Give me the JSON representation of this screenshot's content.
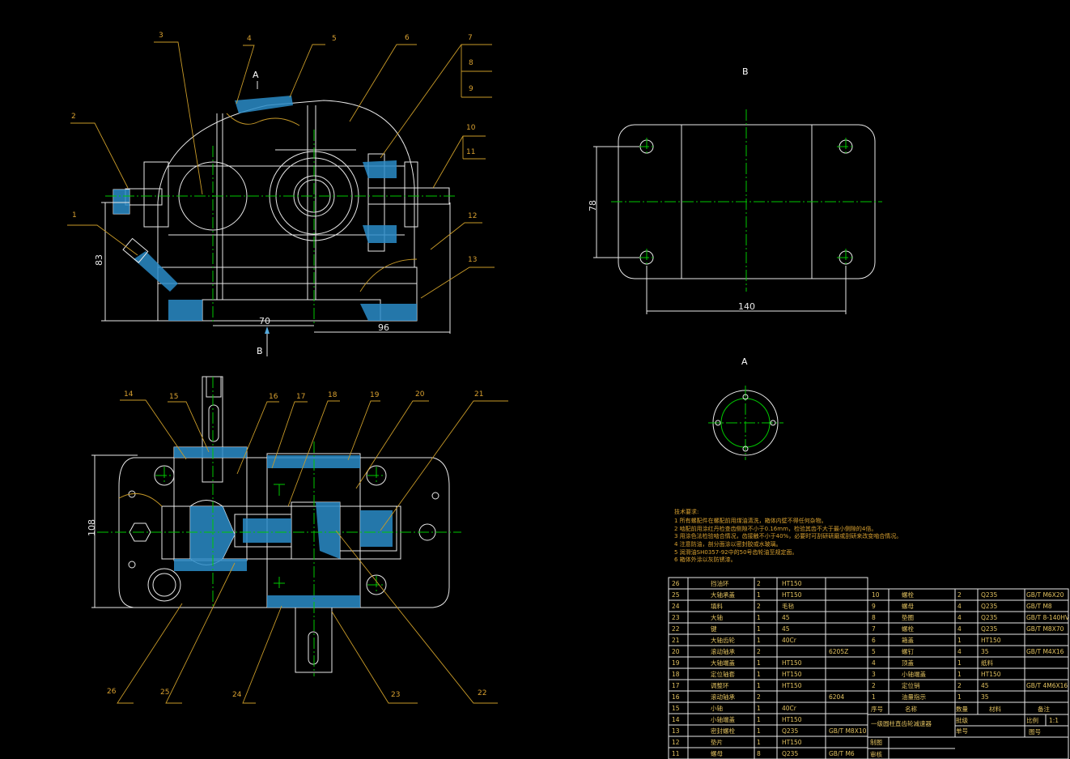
{
  "labels_top": [
    "1",
    "2",
    "3",
    "4",
    "5",
    "6",
    "7",
    "8",
    "9",
    "10",
    "11",
    "12",
    "13"
  ],
  "labels_bottom": [
    "14",
    "15",
    "16",
    "17",
    "18",
    "19",
    "20",
    "21",
    "22",
    "23",
    "24",
    "25",
    "26"
  ],
  "views": {
    "a": "A",
    "b": "B"
  },
  "dimensions": {
    "d83": "83",
    "d70": "70",
    "d96": "96",
    "d78": "78",
    "d140": "140",
    "d108": "108"
  },
  "notes": [
    "技术要求:",
    "1 所有螺配件在螺配前用煤油清洗，箱体内壁不得任何杂物。",
    "2 啮配前用涂红丹检查齿侧隙不小于0.16mm，检验其齿不大于最小侧隙的4倍。",
    "3 用涂色法检验啮合情况，齿接触不小于40%，必要时可刮研研磨或刮研来改变啮合情况。",
    "4 注意防油，剖分面涂以密封胶或水玻璃。",
    "5 润滑油SH0357-92中的50号齿轮油至规定面。",
    "6 箱体外涂以灰防锈漆。"
  ],
  "bom_left": [
    [
      "26",
      "挡油环",
      "2",
      "HT150",
      "",
      ""
    ],
    [
      "25",
      "大轴承盖",
      "1",
      "HT150",
      "",
      ""
    ],
    [
      "24",
      "填料",
      "2",
      "毛毡",
      "",
      ""
    ],
    [
      "23",
      "大轴",
      "1",
      "45",
      "",
      ""
    ],
    [
      "22",
      "键",
      "1",
      "45",
      "",
      ""
    ],
    [
      "21",
      "大轴齿轮",
      "1",
      "40Cr",
      "",
      ""
    ],
    [
      "20",
      "滚动轴承",
      "2",
      "",
      "6205Z",
      ""
    ],
    [
      "19",
      "大轴端盖",
      "1",
      "HT150",
      "",
      ""
    ],
    [
      "18",
      "定位轴套",
      "1",
      "HT150",
      "",
      ""
    ],
    [
      "17",
      "调整环",
      "1",
      "HT150",
      "",
      ""
    ],
    [
      "16",
      "滚动轴承",
      "2",
      "",
      "6204",
      ""
    ],
    [
      "15",
      "小轴",
      "1",
      "40Cr",
      "",
      ""
    ],
    [
      "14",
      "小轴端盖",
      "1",
      "HT150",
      "",
      ""
    ],
    [
      "13",
      "密封螺栓",
      "1",
      "Q235",
      "GB/T M8X10",
      ""
    ],
    [
      "12",
      "垫片",
      "1",
      "HT150",
      "",
      ""
    ],
    [
      "11",
      "螺母",
      "8",
      "Q235",
      "GB/T M6",
      ""
    ]
  ],
  "bom_right": [
    [
      "10",
      "螺栓",
      "2",
      "Q235",
      "GB/T M6X20"
    ],
    [
      "9",
      "螺母",
      "4",
      "Q235",
      "GB/T M8"
    ],
    [
      "8",
      "垫圈",
      "4",
      "Q235",
      "GB/T 8-140HV"
    ],
    [
      "7",
      "螺栓",
      "4",
      "Q235",
      "GB/T M8X70"
    ],
    [
      "6",
      "箱盖",
      "1",
      "HT150",
      ""
    ],
    [
      "5",
      "螺钉",
      "4",
      "35",
      "GB/T M4X16"
    ],
    [
      "4",
      "顶盖",
      "1",
      "纸料",
      ""
    ],
    [
      "3",
      "小轴端盖",
      "1",
      "HT150",
      ""
    ],
    [
      "2",
      "定位销",
      "2",
      "45",
      "GB/T 4M6X16"
    ],
    [
      "1",
      "油量指示",
      "1",
      "35",
      ""
    ]
  ],
  "title_block": {
    "col_no": "序号",
    "col_name": "名称",
    "col_qty": "数量",
    "col_mat": "材料",
    "col_note": "备注",
    "drawing_title": "一级圆柱直齿轮减速器",
    "approve": "批级",
    "scale_lbl": "比例",
    "scale": "1:1",
    "unit_lbl": "单号",
    "sheet": "图号",
    "draw_lbl": "制图",
    "check_lbl": "审核"
  }
}
